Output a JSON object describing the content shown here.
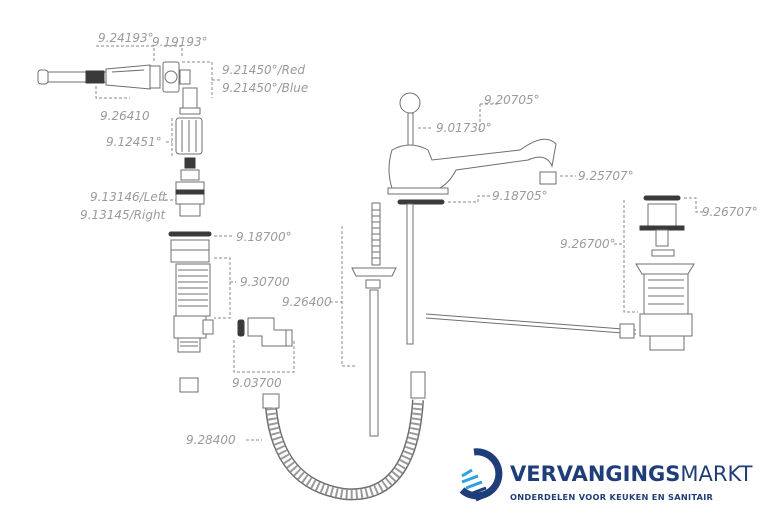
{
  "diagram": {
    "labels": [
      "9.24193°",
      "9.19193°",
      "9.21450°/Red",
      "9.21450°/Blue",
      "9.26410",
      "9.12451°",
      "9.13146/Left",
      "9.13145/Right",
      "9.18700°",
      "9.30700",
      "9.03700",
      "9.28400",
      "9.20705°",
      "9.01730°",
      "9.25707°",
      "9.18705°",
      "9.26400",
      "9.26707°",
      "9.26700°"
    ]
  },
  "brand": {
    "name_part1": "VERVANGINGS",
    "name_part2": "MARKT",
    "tagline": "ONDERDELEN VOOR KEUKEN EN SANITAIR",
    "colors": {
      "primary": "#1f3e79",
      "accent": "#2aa3dd"
    }
  }
}
